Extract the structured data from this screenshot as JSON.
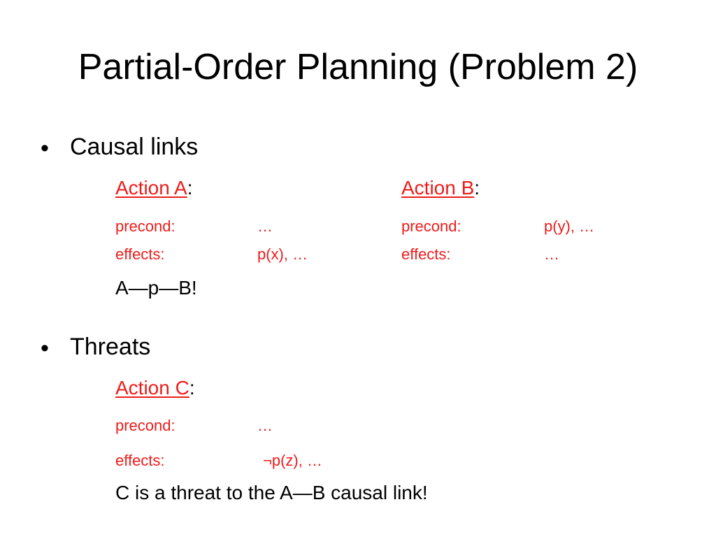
{
  "slide": {
    "title": "Partial-Order Planning (Problem 2)",
    "colors": {
      "text": "#000000",
      "accent": "#ee1c1c",
      "background": "#ffffff"
    }
  },
  "causal_links": {
    "bullet": "•",
    "heading": "Causal links",
    "action_a": {
      "name": "Action A",
      "colon": ":",
      "precond_label": "precond:",
      "precond_value": "…",
      "effects_label": "effects:",
      "effects_value": "p(x), …"
    },
    "action_b": {
      "name": "Action B",
      "colon": ":",
      "precond_label": "precond:",
      "precond_value": "p(y), …",
      "effects_label": "effects:",
      "effects_value": "…"
    },
    "link_text": "A—p—B!"
  },
  "threats": {
    "bullet": "•",
    "heading": "Threats",
    "action_c": {
      "name": "Action C",
      "colon": ":",
      "precond_label": "precond:",
      "precond_value": "…",
      "effects_label": "effects:",
      "effects_value": "¬p(z), …"
    },
    "conclusion": "C is a threat to the A—B causal link!"
  }
}
